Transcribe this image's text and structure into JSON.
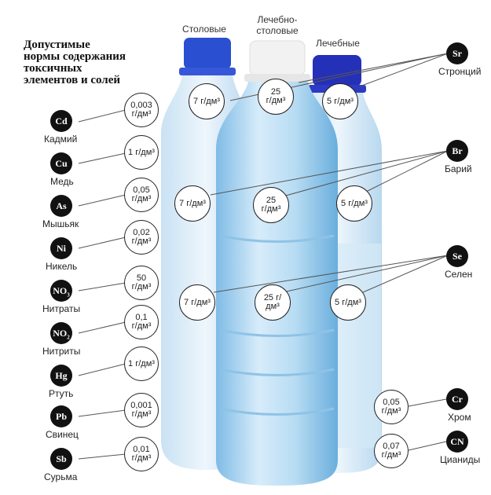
{
  "title_lines": [
    "Допустимые",
    "нормы содержания",
    "токсичных",
    "элементов и солей"
  ],
  "bottles": [
    {
      "label": [
        "Столовые"
      ]
    },
    {
      "label": [
        "Лечебно-",
        "столовые"
      ]
    },
    {
      "label": [
        "Лечебные"
      ]
    }
  ],
  "left_elements": [
    {
      "symbol": "Cd",
      "name": "Кадмий",
      "value": [
        "0,003",
        "г/дм³"
      ]
    },
    {
      "symbol": "Cu",
      "name": "Медь",
      "value": [
        "1 г/дм³"
      ]
    },
    {
      "symbol": "As",
      "name": "Мышьяк",
      "value": [
        "0,05",
        "г/дм³"
      ]
    },
    {
      "symbol": "Ni",
      "name": "Никель",
      "value": [
        "0,02",
        "г/дм³"
      ]
    },
    {
      "symbol": "NO3",
      "name": "Нитраты",
      "value": [
        "50",
        "г/дм³"
      ]
    },
    {
      "symbol": "NO2",
      "name": "Нитриты",
      "value": [
        "0,1",
        "г/дм³"
      ]
    },
    {
      "symbol": "Hg",
      "name": "Ртуть",
      "value": [
        "1 г/дм³"
      ]
    },
    {
      "symbol": "Pb",
      "name": "Свинец",
      "value": [
        "0,001",
        "г/дм³"
      ]
    },
    {
      "symbol": "Sb",
      "name": "Сурьма",
      "value": [
        "0,01",
        "г/дм³"
      ]
    }
  ],
  "right_elements": [
    {
      "symbol": "Sr",
      "name": "Стронций",
      "values": [
        [
          "7 г/дм³"
        ],
        [
          "25",
          "г/дм³"
        ],
        [
          "5 г/дм³"
        ]
      ]
    },
    {
      "symbol": "Br",
      "name": "Барий",
      "values": [
        [
          "7 г/дм³"
        ],
        [
          "25",
          "г/дм³"
        ],
        [
          "5 г/дм³"
        ]
      ]
    },
    {
      "symbol": "Se",
      "name": "Селен",
      "values": [
        [
          "7 г/дм³"
        ],
        [
          "25 г/",
          "дм³"
        ],
        [
          "5 г/дм³"
        ]
      ]
    },
    {
      "symbol": "Cr",
      "name": "Хром",
      "value": [
        "0,05",
        "г/дм³"
      ]
    },
    {
      "symbol": "CN",
      "name": "Цианиды",
      "value": [
        "0,07",
        "г/дм³"
      ]
    }
  ],
  "colors": {
    "cap_blue": "#2a4fd0",
    "cap_white": "#f2f2f2",
    "water": "#a9d3ee",
    "badge": "#111111"
  }
}
